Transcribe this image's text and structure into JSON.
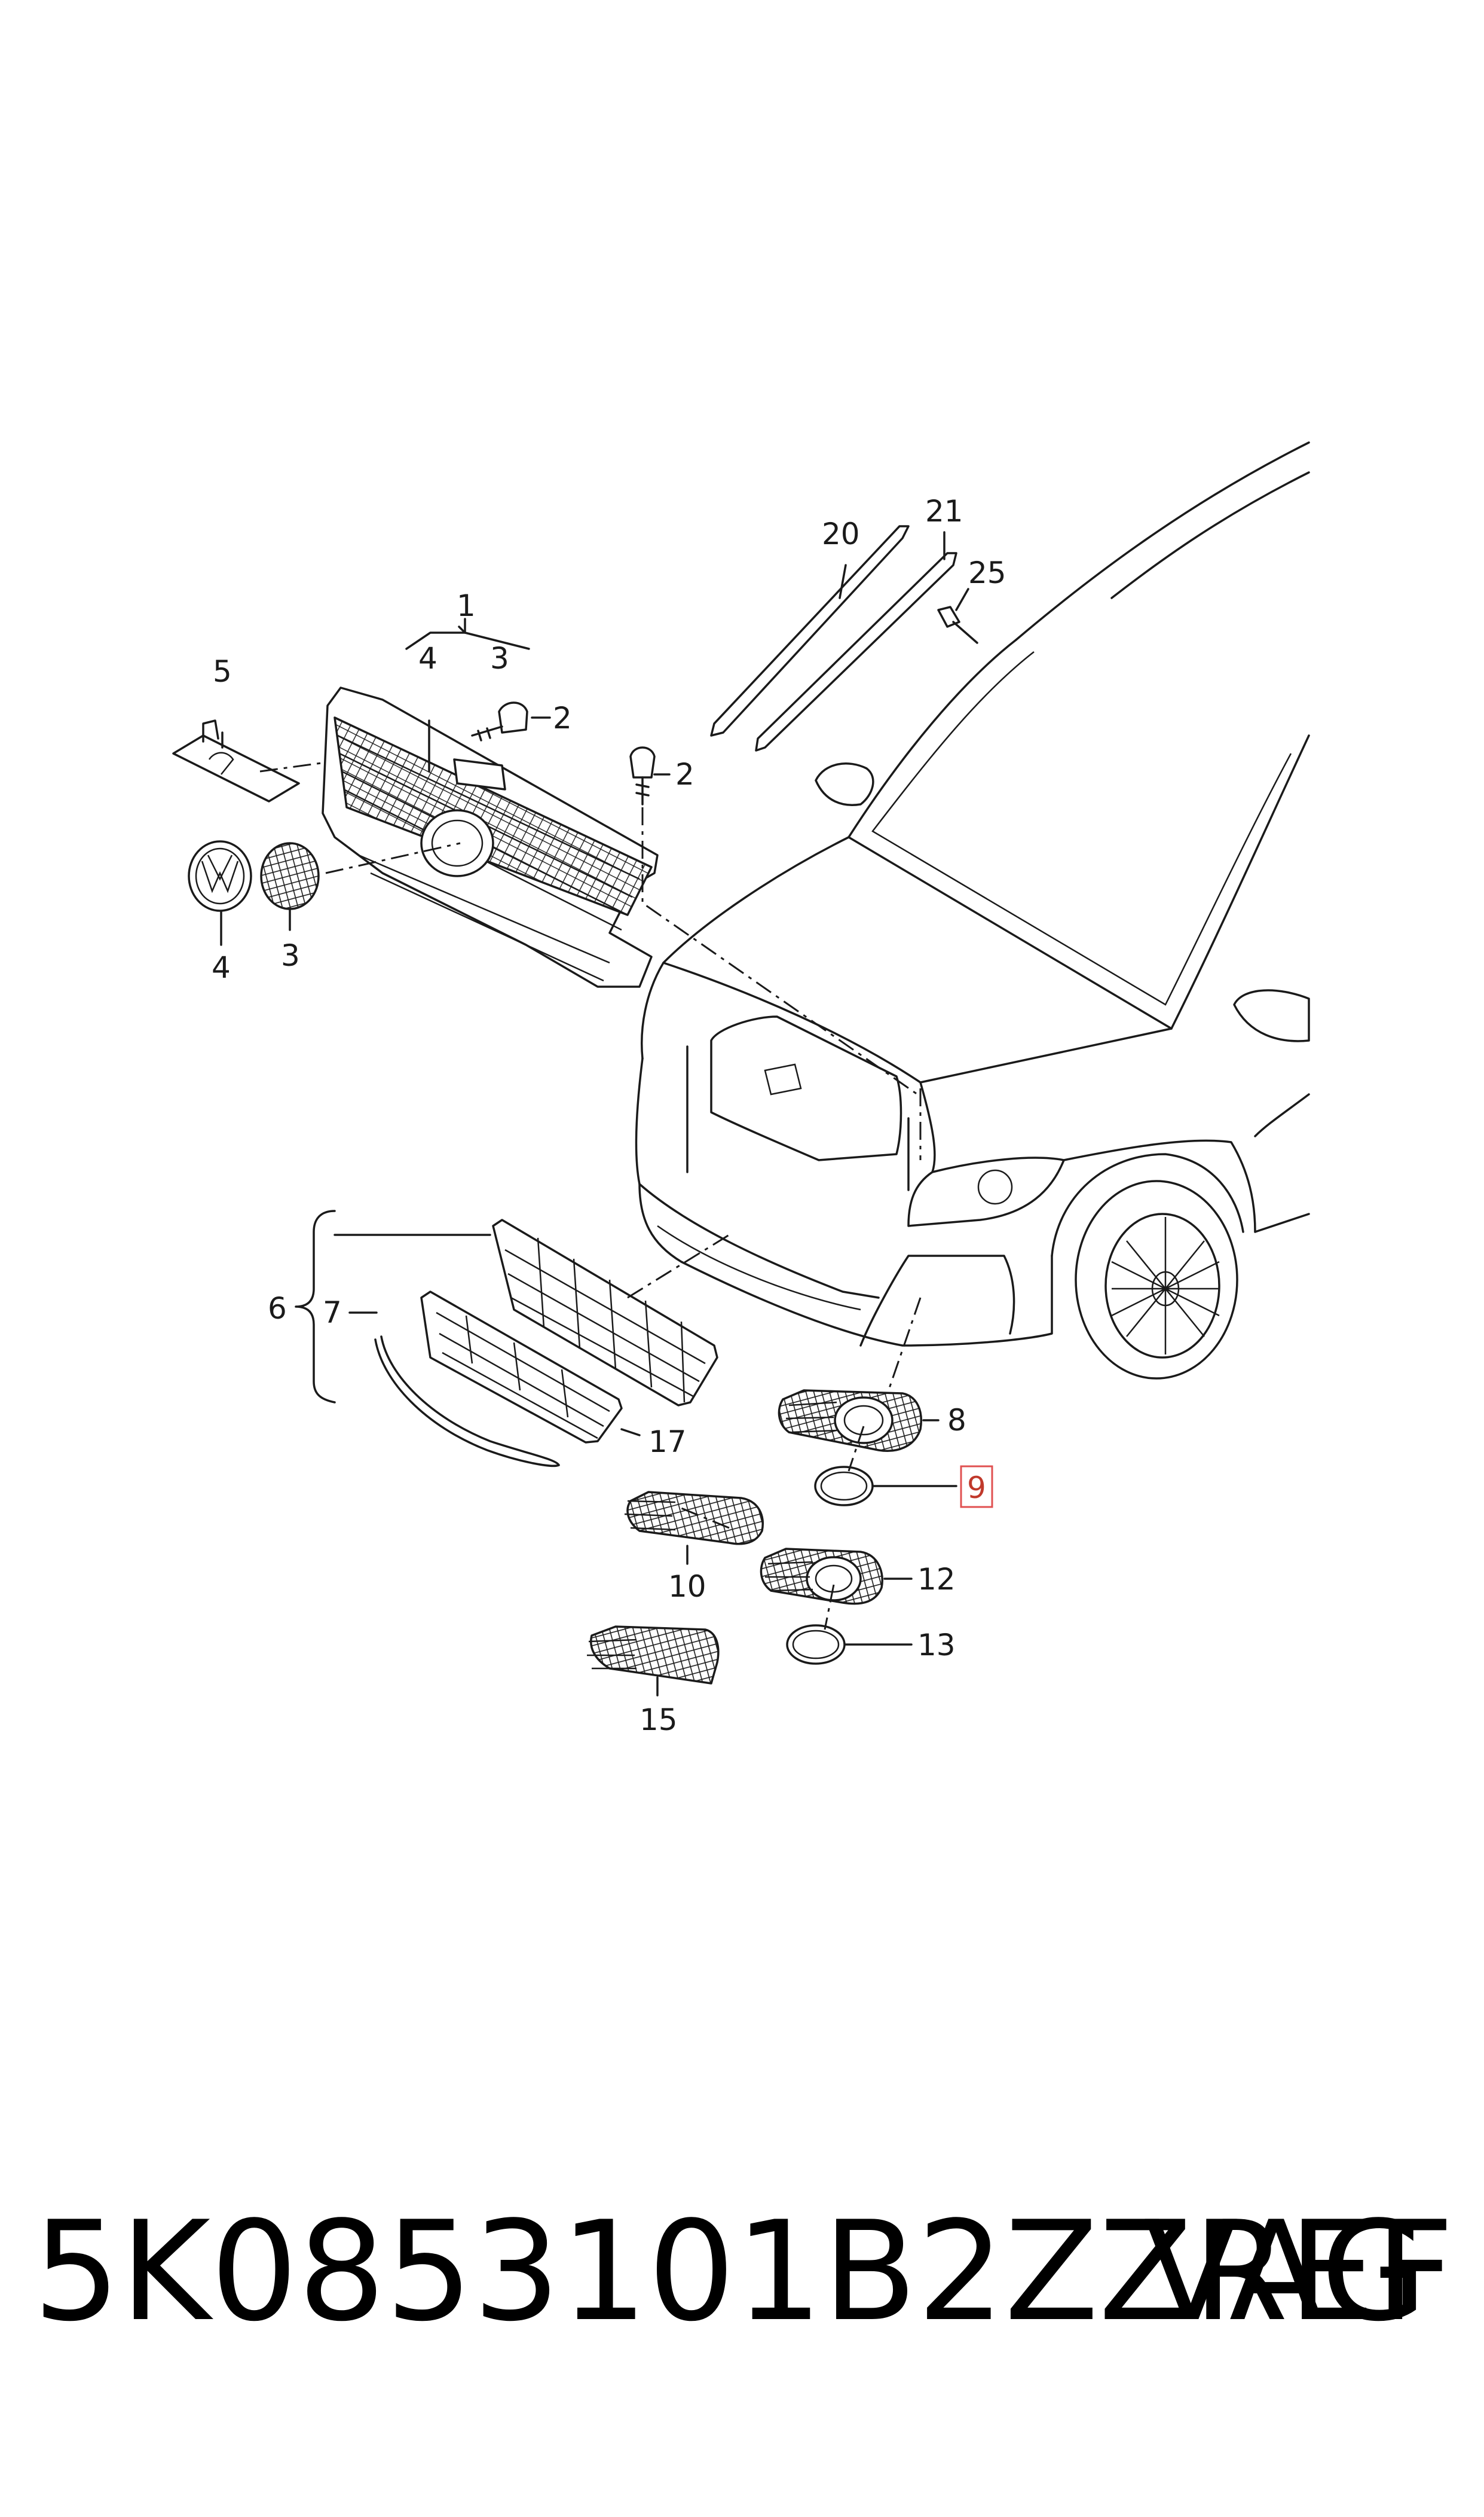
{
  "callouts": {
    "c1": "1",
    "c2a": "2",
    "c2b": "2",
    "c3a": "3",
    "c3b": "3",
    "c4a": "4",
    "c4b": "4",
    "c5": "5",
    "c6": "6",
    "c7": "7",
    "c8": "8",
    "c9": "9",
    "c10": "10",
    "c12": "12",
    "c13": "13",
    "c15": "15",
    "c17": "17",
    "c20": "20",
    "c21": "21",
    "c25": "25"
  },
  "highlight_color": "#e05050",
  "footer": {
    "part_number": "5K0853101B2ZZREF",
    "brand": "VAG"
  }
}
